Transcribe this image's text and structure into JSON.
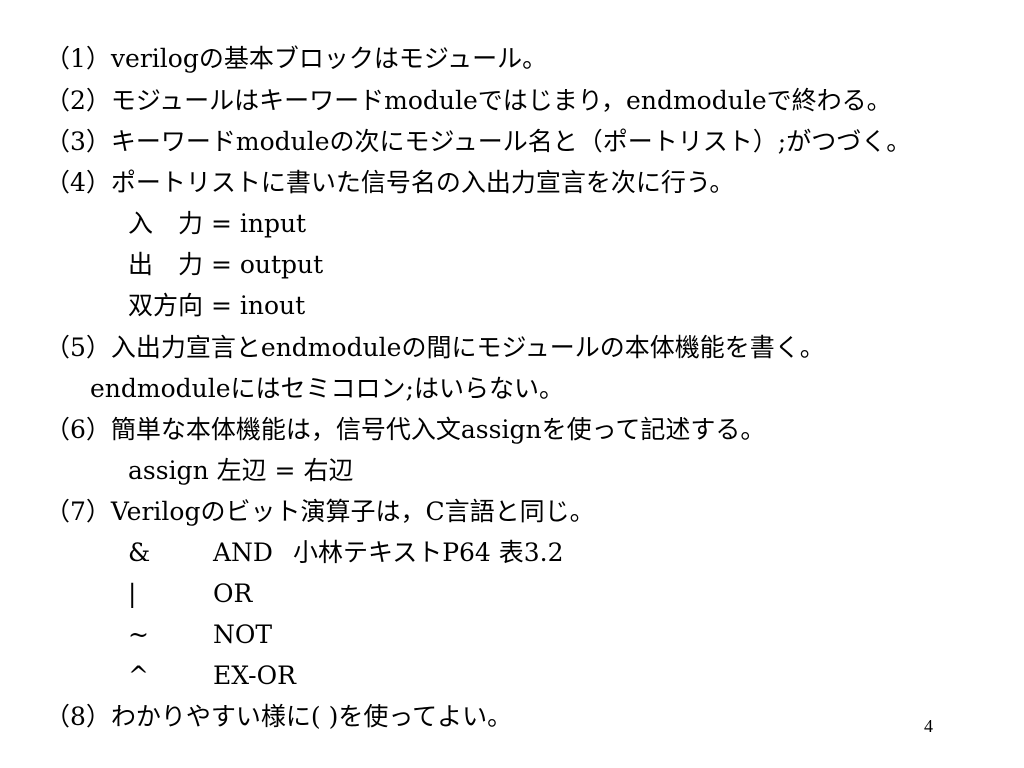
{
  "lines": [
    "（1）verilogの基本ブロックはモジュール。",
    "（2）モジュールはキーワードmoduleではじまり，endmoduleで終わる。",
    "（3）キーワードmoduleの次にモジュール名と（ポートリスト）;がつづく。",
    "（4）ポートリストに書いた信号名の入出力宣言を次に行う。",
    "入　力 = input",
    "出　力 = output",
    "双方向 = inout",
    "（5）入出力宣言とendmoduleの間にモジュールの本体機能を書く。",
    "endmoduleにはセミコロン;はいらない。",
    "（6）簡単な本体機能は，信号代入文assignを使って記述する。",
    "assign 左辺 = 右辺",
    "（7）Verilogのビット演算子は，C言語と同じ。",
    "（8）わかりやすい様に( )を使ってよい。"
  ],
  "operators": [
    {
      "symbol": "&",
      "name": "AND",
      "note": "小林テキストP64 表3.2"
    },
    {
      "symbol": "|",
      "name": "OR"
    },
    {
      "symbol": "~",
      "name": "NOT"
    },
    {
      "symbol": "^",
      "name": "EX-OR"
    }
  ],
  "page_number": "4"
}
